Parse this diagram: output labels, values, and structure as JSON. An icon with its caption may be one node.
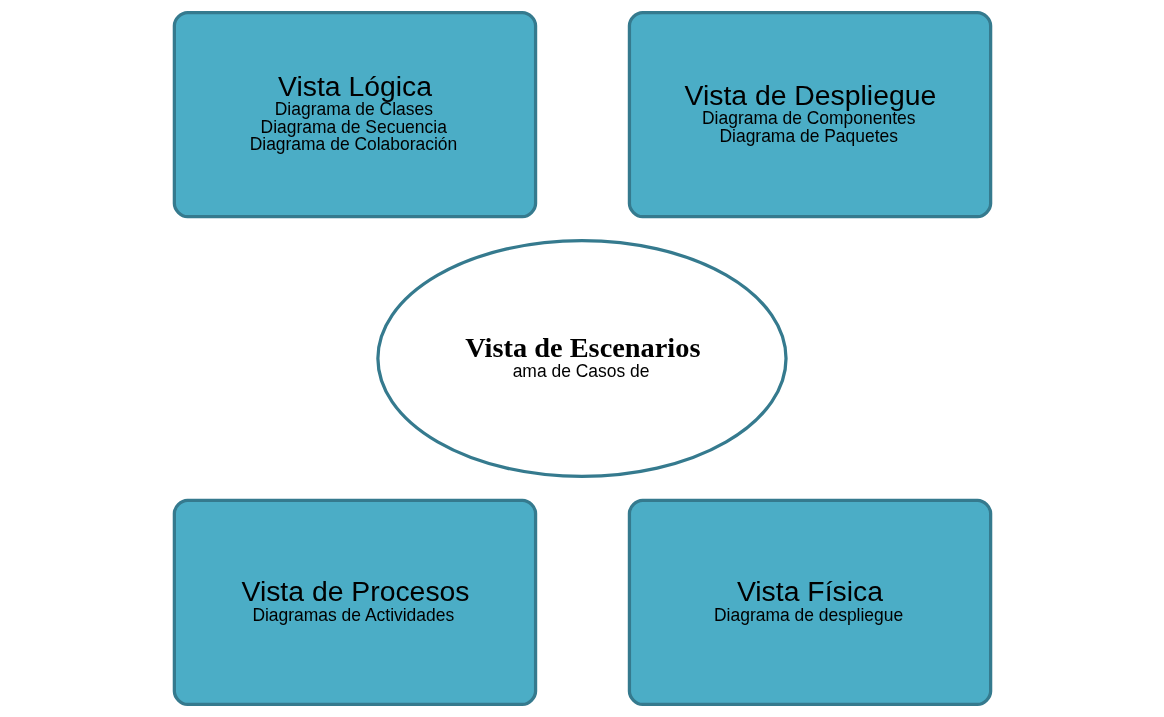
{
  "diagram": {
    "nodes": [
      {
        "text": [
          "Vista Lógica",
          "Diagrama de Clases",
          "Diagrama de Secuencia",
          "Diagrama de Colaboración"
        ]
      },
      {
        "text": [
          "Vista de Despliegue",
          "Diagrama de Componentes",
          "Diagrama de Paquetes"
        ]
      },
      {
        "text": [
          "Vista de Escenarios",
          "ama de Casos de"
        ]
      },
      {
        "text": [
          "Vista de Procesos",
          "Diagramas de Actividades"
        ]
      },
      {
        "text": [
          "Vista Física",
          "Diagrama de despliegue"
        ]
      }
    ],
    "edges": []
  }
}
